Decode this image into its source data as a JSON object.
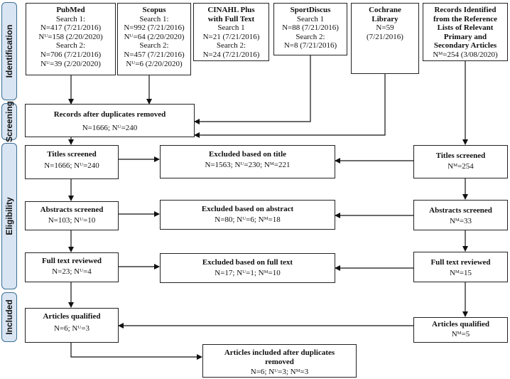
{
  "phases": {
    "identification": "Identification",
    "screening": "Screening",
    "eligibility": "Eligibility",
    "included": "Included"
  },
  "sources": {
    "pubmed": {
      "title": "PubMed",
      "lines": [
        "Search 1:",
        "N=417 (7/21/2016)",
        "Nᵁ=158 (2/20/2020)",
        "Search 2:",
        "N=706 (7/21/2016)",
        "Nᵁ=39 (2/20/2020)"
      ]
    },
    "scopus": {
      "title": "Scopus",
      "lines": [
        "Search 1:",
        "N=992 (7/21/2016)",
        "Nᵁ=64 (2/20/2020)",
        "Search 2:",
        "N=457 (7/21/2016)",
        "Nᵁ=6 (2/20/2020)"
      ]
    },
    "cinahl": {
      "title1": "CINAHL Plus",
      "title2": "with Full Text",
      "lines": [
        "Search 1",
        "N=21 (7/21/2016)",
        "Search 2:",
        "N=24 (7/21/2016)"
      ]
    },
    "sportdiscus": {
      "title": "SportDiscus",
      "lines": [
        "Search 1",
        "N=88 (7/21/2016)",
        "Search 2:",
        "N=8 (7/21/2016)"
      ]
    },
    "cochrane": {
      "title1": "Cochrane",
      "title2": "Library",
      "lines": [
        "N=59",
        "(7/21/2016)"
      ]
    },
    "reference_lists": {
      "title_lines": [
        "Records Identified",
        "from the Reference",
        "Lists of Relevant",
        "Primary and",
        "Secondary Articles"
      ],
      "count": "Nᴹ=254 (3/08/2020)"
    }
  },
  "screening": {
    "title": "Records after duplicates removed",
    "count": "N=1666; Nᵁ=240"
  },
  "left_flow": {
    "titles": {
      "title": "Titles screened",
      "count": "N=1666; Nᵁ=240"
    },
    "abstracts": {
      "title": "Abstracts screened",
      "count": "N=103; Nᵁ=10"
    },
    "fulltext": {
      "title": "Full text reviewed",
      "count": "N=23; Nᵁ=4"
    },
    "qualified": {
      "title": "Articles qualified",
      "count": "N=6; Nᵁ=3"
    }
  },
  "excluded": {
    "title": {
      "title": "Excluded based on title",
      "count": "N=1563; Nᵁ=230; Nᴹ=221"
    },
    "abstract": {
      "title": "Excluded based on abstract",
      "count": "N=80; Nᵁ=6; Nᴹ=18"
    },
    "fulltext": {
      "title": "Excluded based on full text",
      "count": "N=17; Nᵁ=1; Nᴹ=10"
    }
  },
  "right_flow": {
    "titles": {
      "title": "Titles screened",
      "count": "Nᴹ=254"
    },
    "abstracts": {
      "title": "Abstracts screened",
      "count": "Nᴹ=33"
    },
    "fulltext": {
      "title": "Full text reviewed",
      "count": "Nᴹ=15"
    },
    "qualified": {
      "title": "Articles qualified",
      "count": "Nᴹ=5"
    }
  },
  "final": {
    "title_line1": "Articles included after duplicates",
    "title_line2": "removed",
    "count": "N=6; Nᵁ=3; Nᴹ=3"
  }
}
